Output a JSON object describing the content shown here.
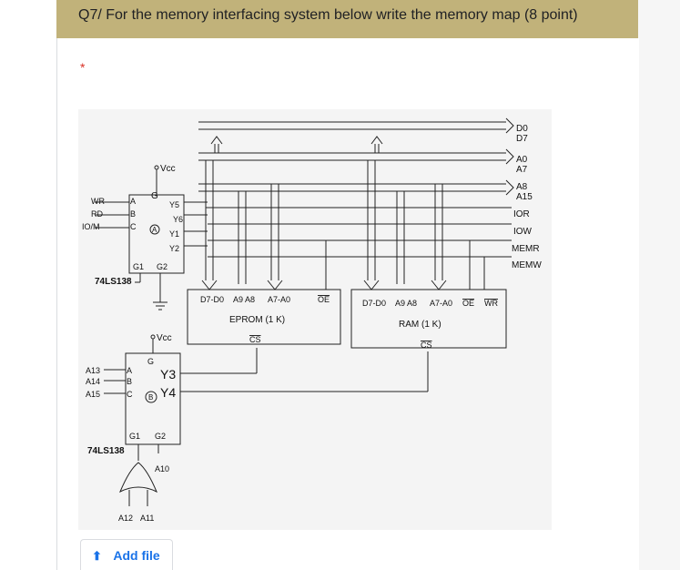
{
  "question": {
    "title": "Q7/ For the memory interfacing system below write the memory map (8 point)",
    "required_marker": "*"
  },
  "diagram": {
    "bus": [
      "D0",
      "D7",
      "A0",
      "A7",
      "A8",
      "A15",
      "IOR",
      "IOW",
      "MEMR",
      "MEMW"
    ],
    "decoder_a": {
      "part": "74LS138",
      "label": "A",
      "vcc": "Vcc",
      "enable": "G",
      "enable_inputs": [
        "G1",
        "G2"
      ],
      "inputs": [
        {
          "signal": "WR",
          "pin": "A"
        },
        {
          "signal": "RD",
          "pin": "B"
        },
        {
          "signal": "IO/M",
          "pin": "C"
        }
      ],
      "outputs": [
        "Y5",
        "Y6",
        "Y1",
        "Y2"
      ]
    },
    "decoder_b": {
      "part": "74LS138",
      "label": "B",
      "vcc": "Vcc",
      "enable": "G",
      "enable_inputs": [
        "G1",
        "G2"
      ],
      "inputs": [
        {
          "signal": "A13",
          "pin": "A"
        },
        {
          "signal": "A14",
          "pin": "B"
        },
        {
          "signal": "A15",
          "pin": "C"
        }
      ],
      "outputs": [
        "Y3",
        "Y4"
      ],
      "or_gate_inputs": [
        "A12",
        "A11"
      ],
      "g2_input": "A10"
    },
    "eprom": {
      "name": "EPROM (1 K)",
      "pins": [
        "D7-D0",
        "A9 A8",
        "A7-A0",
        "OE"
      ],
      "cs": "CS"
    },
    "ram": {
      "name": "RAM (1 K)",
      "pins": [
        "D7-D0",
        "A9 A8",
        "A7-A0",
        "OE",
        "WR"
      ],
      "cs": "CS"
    }
  },
  "upload": {
    "label": "Add file",
    "icon": "upload-icon"
  },
  "colors": {
    "header_bg": "#c1b27a",
    "required": "#d93025",
    "link": "#1a73e8"
  }
}
